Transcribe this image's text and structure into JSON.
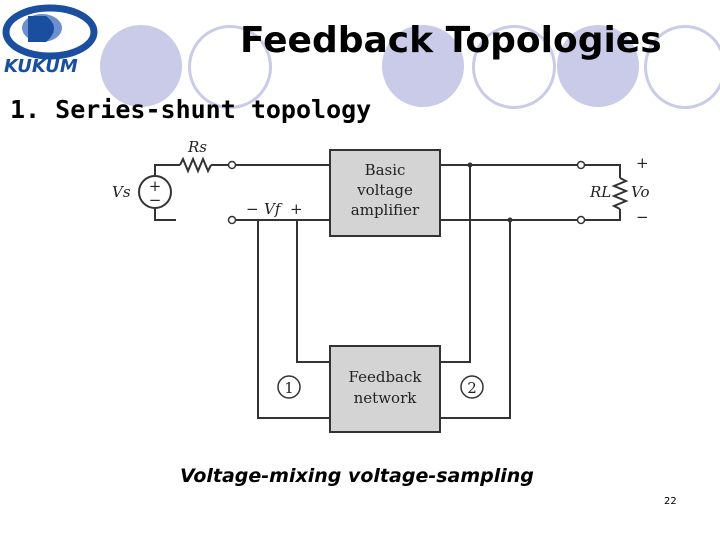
{
  "slide": {
    "title": "Feedback Topologies",
    "subtitle": "1. Series-shunt topology",
    "caption": "Voltage-mixing voltage-sampling",
    "page_number": "22"
  },
  "logo": {
    "text": "KUKUM"
  },
  "diagram": {
    "amplifier_lines": [
      "Basic",
      "voltage",
      "amplifier"
    ],
    "feedback_lines": [
      "Feedback",
      "network"
    ],
    "source_resistor": "Rs",
    "source_voltage": "Vs",
    "feedback_voltage": "Vf",
    "load_resistor": "RL",
    "output_voltage": "Vo",
    "port_1": "1",
    "port_2": "2",
    "plus": "+",
    "minus": "−"
  },
  "colors": {
    "decoration": "#c9cbe8",
    "box_fill": "#d4d4d4",
    "wire": "#333333",
    "logo_blue": "#1a4fa0"
  }
}
